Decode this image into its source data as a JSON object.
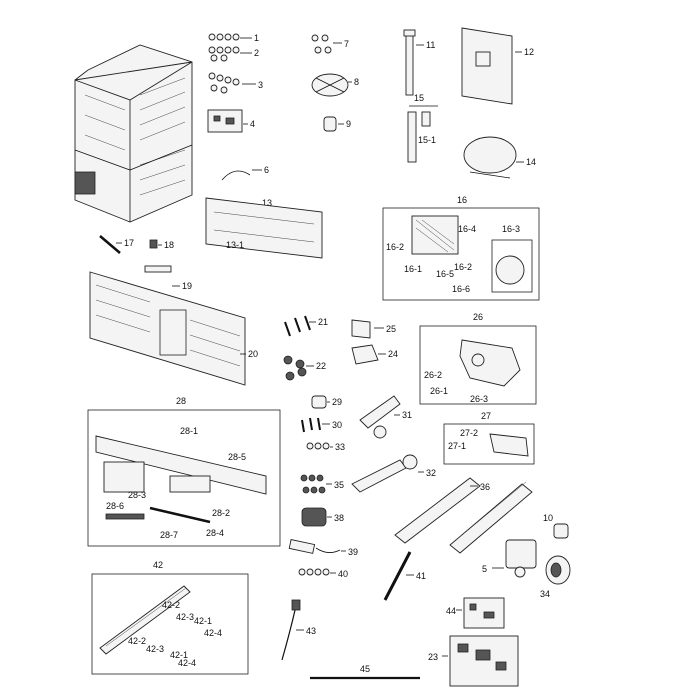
{
  "labels": {
    "p1": "1",
    "p2": "2",
    "p3": "3",
    "p4": "4",
    "p5": "5",
    "p6": "6",
    "p7": "7",
    "p8": "8",
    "p9": "9",
    "p10": "10",
    "p11": "11",
    "p12": "12",
    "p13": "13",
    "p13_1": "13-1",
    "p14": "14",
    "p15": "15",
    "p15_1": "15-1",
    "p16": "16",
    "p16_1": "16-1",
    "p16_2a": "16-2",
    "p16_2b": "16-2",
    "p16_3": "16-3",
    "p16_4": "16-4",
    "p16_5": "16-5",
    "p16_6": "16-6",
    "p17": "17",
    "p18": "18",
    "p19": "19",
    "p20": "20",
    "p21": "21",
    "p22": "22",
    "p23": "23",
    "p24": "24",
    "p25": "25",
    "p26": "26",
    "p26_1": "26-1",
    "p26_2": "26-2",
    "p26_3": "26-3",
    "p27": "27",
    "p27_1": "27-1",
    "p27_2": "27-2",
    "p28": "28",
    "p28_1": "28-1",
    "p28_2": "28-2",
    "p28_3": "28-3",
    "p28_4": "28-4",
    "p28_5": "28-5",
    "p28_6": "28-6",
    "p28_7": "28-7",
    "p29": "29",
    "p30": "30",
    "p31": "31",
    "p32": "32",
    "p33": "33",
    "p34": "34",
    "p35": "35",
    "p36": "36",
    "p38": "38",
    "p39": "39",
    "p40": "40",
    "p41": "41",
    "p42": "42",
    "p42_1a": "42-1",
    "p42_1b": "42-1",
    "p42_2a": "42-2",
    "p42_2b": "42-2",
    "p42_3a": "42-3",
    "p42_3b": "42-3",
    "p42_4a": "42-4",
    "p42_4b": "42-4",
    "p43": "43",
    "p44": "44",
    "p45": "45"
  }
}
